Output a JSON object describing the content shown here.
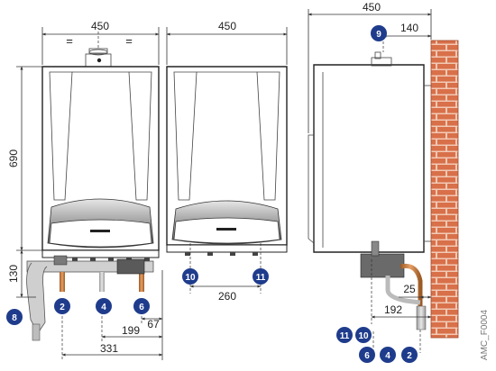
{
  "dimensions": {
    "front_width": "450",
    "equal_left": "=",
    "equal_right": "=",
    "second_width": "450",
    "side_depth": "450",
    "side_flue_offset": "140",
    "height": "690",
    "bottom_clearance": "130",
    "pipe_spacing_front": "260",
    "wall_gap": "25",
    "side_pipe_offset": "192",
    "dim_67": "67",
    "dim_199": "199",
    "dim_331": "331"
  },
  "badges": [
    {
      "id": "badge-9",
      "label": "9"
    },
    {
      "id": "badge-8",
      "label": "8"
    },
    {
      "id": "badge-2",
      "label": "2"
    },
    {
      "id": "badge-4",
      "label": "4"
    },
    {
      "id": "badge-6",
      "label": "6"
    },
    {
      "id": "badge-10-front",
      "label": "10"
    },
    {
      "id": "badge-11-front",
      "label": "11"
    },
    {
      "id": "badge-11-side",
      "label": "11"
    },
    {
      "id": "badge-10-side",
      "label": "10"
    },
    {
      "id": "badge-6-side",
      "label": "6"
    },
    {
      "id": "badge-4-side",
      "label": "4"
    },
    {
      "id": "badge-2-side",
      "label": "2"
    }
  ],
  "reference_code": "AMC_F0004",
  "colors": {
    "badge": "#1f3c8c",
    "brick": "#d8704a",
    "mortar": "#f2c9b4",
    "pipe": "#c8c8c8",
    "copper": "#c87a3a"
  }
}
